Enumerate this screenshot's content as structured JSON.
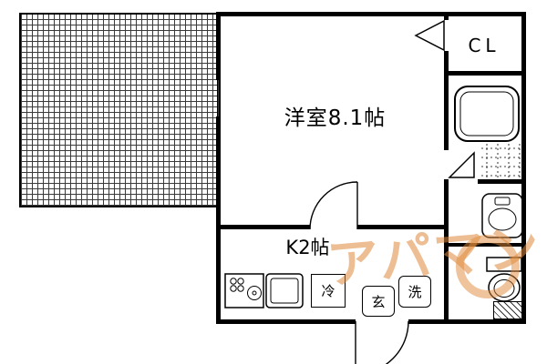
{
  "floorplan": {
    "labels": {
      "main_room": "洋室8.1帖",
      "kitchen": "K2帖",
      "closet": "CL",
      "fridge": "冷",
      "entrance": "玄",
      "laundry": "洗"
    },
    "watermark": {
      "text": "アパマン",
      "color": "#e08a3c"
    },
    "colors": {
      "line": "#000000",
      "background": "#ffffff"
    },
    "icons": {
      "balcony": "grid-hatch-area",
      "bathtub": "rounded-rect-tub",
      "washbasin": "cabinet-with-bowl",
      "toilet": "tank-and-bowl",
      "stove": "burner-circles",
      "kitchen_sink": "double-rounded-rect",
      "door_swing": "quarter-arc",
      "door_marker": "triangle"
    }
  }
}
